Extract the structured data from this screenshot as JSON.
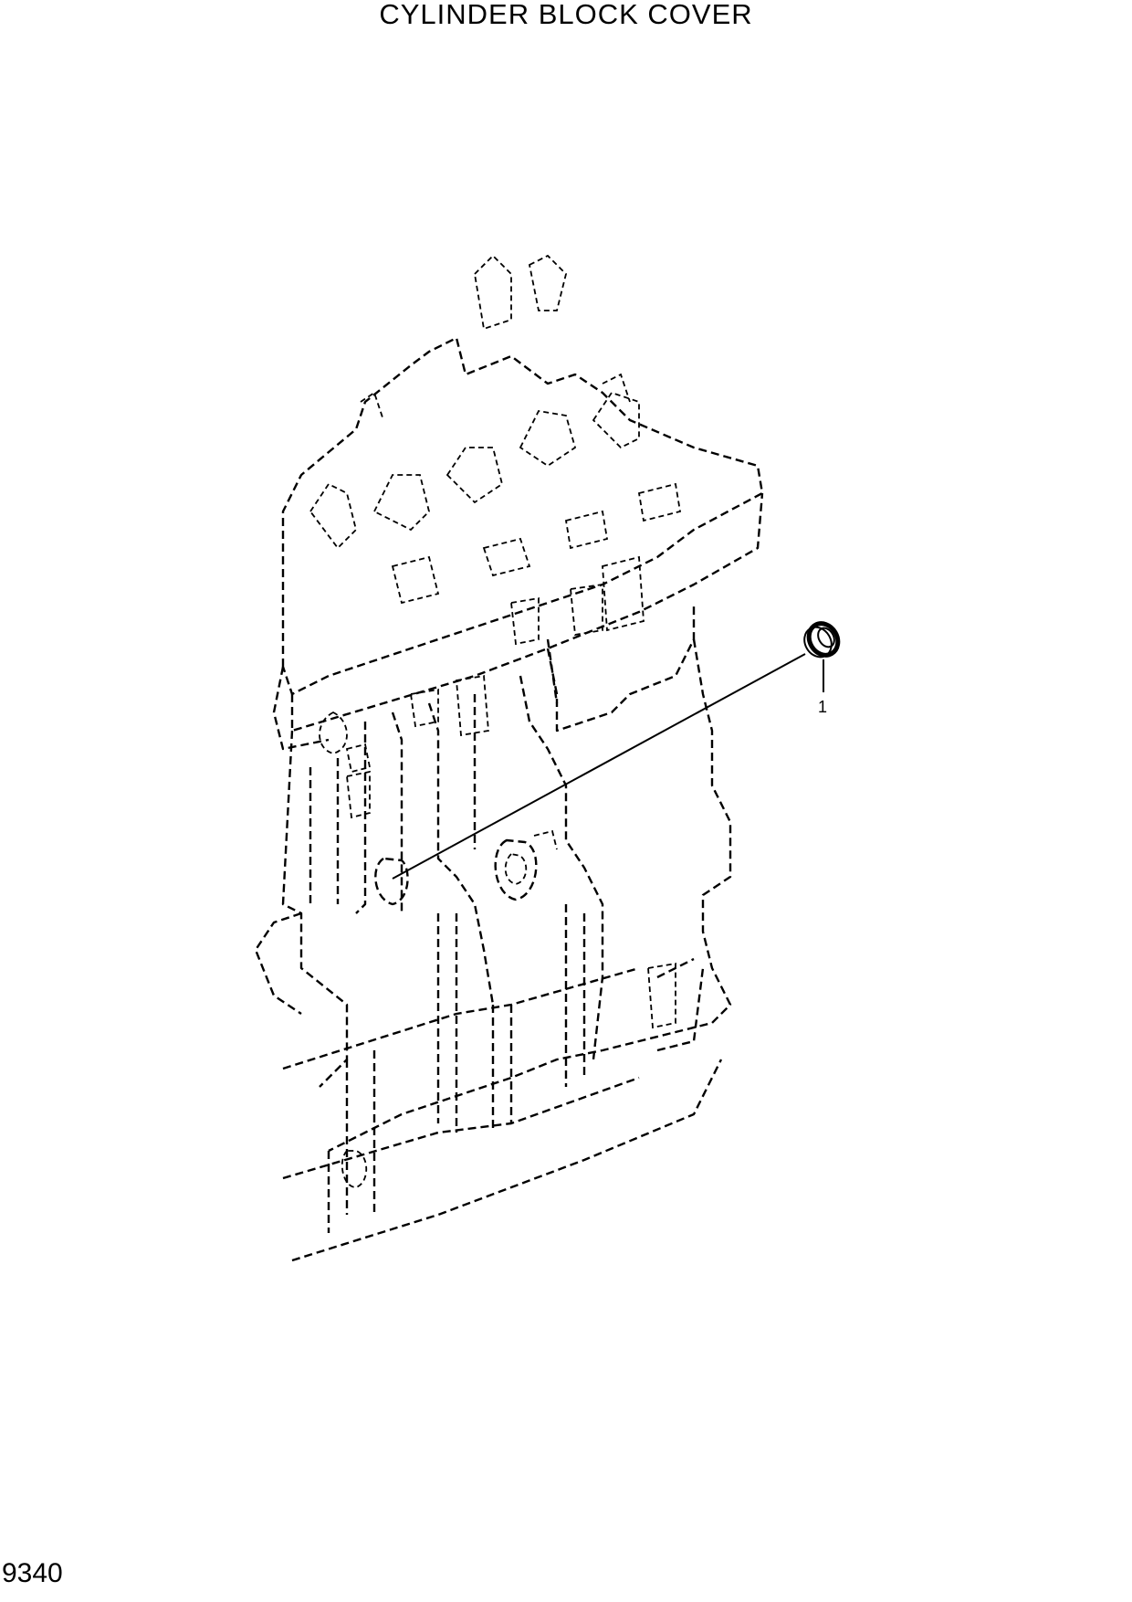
{
  "title": "CYLINDER BLOCK COVER",
  "page_number": "9340",
  "callouts": [
    {
      "label": "1"
    }
  ],
  "colors": {
    "line": "#000000",
    "background": "#ffffff"
  }
}
